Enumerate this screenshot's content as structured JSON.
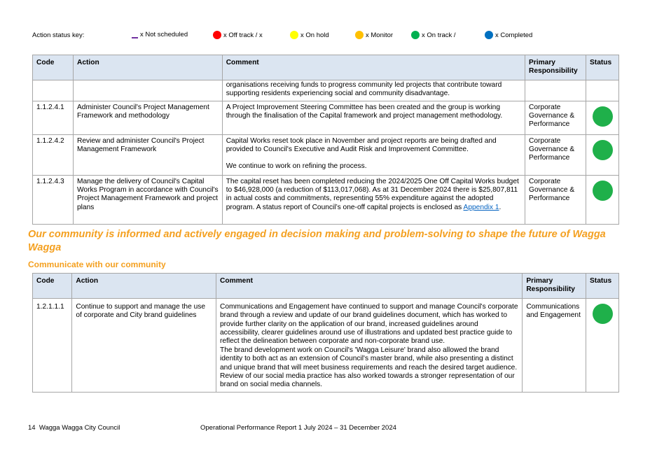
{
  "status_key": {
    "label": "Action status key:",
    "items": [
      {
        "label": "x Not scheduled",
        "color": "#7030a0",
        "shape": "dash"
      },
      {
        "label": "x Off track / x",
        "color": "#ff0000",
        "shape": "dot"
      },
      {
        "label": "x On hold",
        "color": "#ffff00",
        "shape": "dot"
      },
      {
        "label": "x Monitor",
        "color": "#ffc000",
        "shape": "dot"
      },
      {
        "label": "x On track /",
        "color": "#00b050",
        "shape": "dot"
      },
      {
        "label": "x Completed",
        "color": "#0070c0",
        "shape": "dot"
      }
    ]
  },
  "table_headers": {
    "code": "Code",
    "action": "Action",
    "comment": "Comment",
    "primary_responsibility": "Primary Responsibility",
    "status": "Status"
  },
  "table1": {
    "continuation_comment": "organisations receiving funds to progress community led projects that contribute toward supporting residents experiencing social and community disadvantage.",
    "rows": [
      {
        "code": "1.1.2.4.1",
        "action": "Administer Council's Project Management Framework and methodology",
        "comment": "A Project Improvement Steering Committee has been created and the group is working through the finalisation of the Capital framework and project management methodology.",
        "responsibility": "Corporate Governance & Performance",
        "status": "On track"
      },
      {
        "code": "1.1.2.4.2",
        "action": "Review and administer Council's Project Management Framework",
        "comment": "Capital Works reset took place in November and project reports are being drafted and provided to Council's Executive and Audit Risk and Improvement Committee.",
        "comment_2": "We continue to work on refining the process.",
        "responsibility": "Corporate Governance & Performance",
        "status": "On track"
      },
      {
        "code": "1.1.2.4.3",
        "action": "Manage the delivery of Council's Capital Works Program in accordance with Council's Project Management Framework and project plans",
        "comment": "The capital reset has been completed reducing the 2024/2025 One Off Capital Works budget to $46,928,000 (a reduction of $113,017,068). As at 31 December 2024 there is $25,807,811 in actual costs and commitments, representing 55% expenditure against the adopted program. A status report of Council’s one-off capital projects is enclosed as",
        "comment_link": "Appendix 1",
        "comment_end": ".",
        "responsibility": "Corporate Governance & Performance",
        "status": "On track"
      }
    ]
  },
  "goal_heading": "Our community is informed and actively engaged in decision making and problem-solving to shape the future of Wagga Wagga",
  "sub_heading": "Communicate with our community",
  "table2": {
    "rows": [
      {
        "code": "1.2.1.1.1",
        "action": "Continue to support and manage the use of corporate and City brand guidelines",
        "comment_p1": "Communications and Engagement have continued to support and manage Council's corporate brand through a review and update of our brand guidelines document, which has worked to provide further clarity on the application of our brand, increased guidelines around accessibility, clearer guidelines around use of illustrations and updated best practice guide to reflect the delineation between corporate and non-corporate brand use.",
        "comment_p2": "The brand development work on Council's 'Wagga Leisure' brand also allowed the brand identity to both act as an extension of Council's master brand, while also presenting a distinct and unique brand that will meet business requirements and reach the desired target audience.",
        "comment_p3": "Review of our social media practice has also worked towards a stronger representation of our brand on social media channels.",
        "responsibility": "Communications and Engagement",
        "status": "On track"
      }
    ]
  },
  "footer": {
    "left": "14  Wagga Wagga City Council",
    "right": "Operational Performance Report 1 July 2024 – 31 December 2024"
  }
}
